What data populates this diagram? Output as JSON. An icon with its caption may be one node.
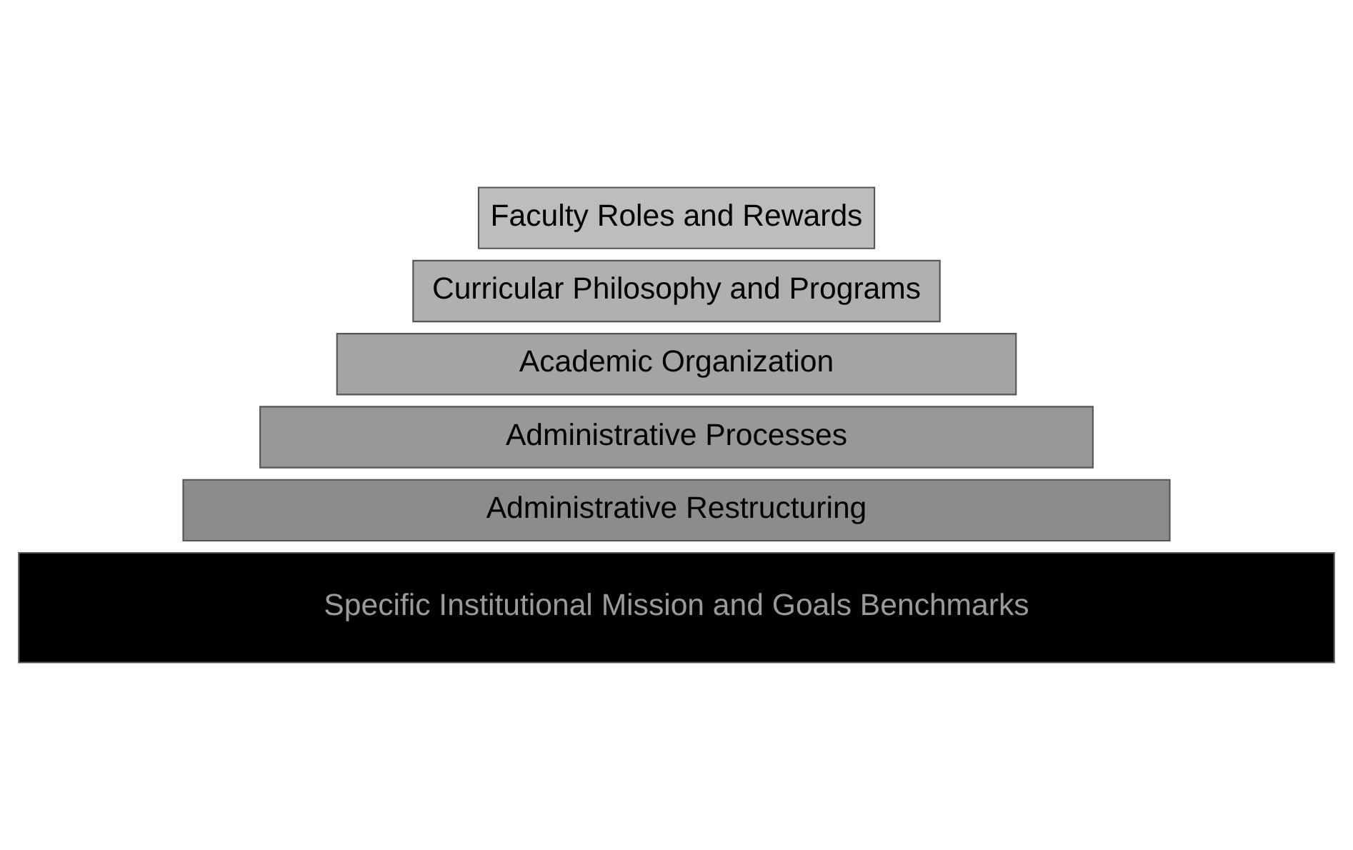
{
  "diagram": {
    "nodes": [
      {
        "text": [
          "Faculty Roles and Rewards"
        ]
      },
      {
        "text": [
          "Curricular Philosophy and Programs"
        ]
      },
      {
        "text": [
          "Academic Organization"
        ]
      },
      {
        "text": [
          "Administrative Processes"
        ]
      },
      {
        "text": [
          "Administrative Restructuring"
        ]
      },
      {
        "text": [
          "Specific Institutional Mission and Goals Benchmarks"
        ]
      }
    ],
    "edges": []
  }
}
